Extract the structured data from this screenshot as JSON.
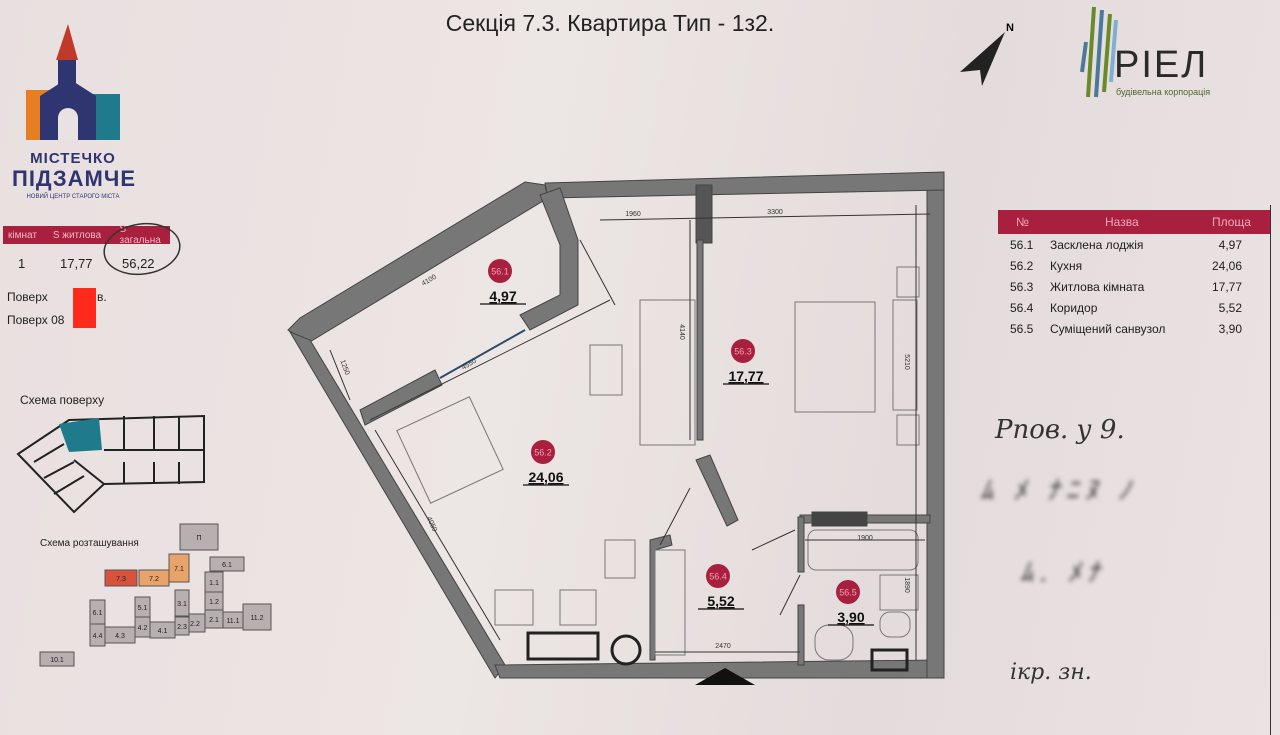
{
  "header": {
    "title": "Секція 7.3. Квартира Тип - 1з2."
  },
  "brand_left": {
    "line1": "МІСТЕЧКО",
    "line2": "ПІДЗАМЧЕ",
    "tagline": "НОВИЙ ЦЕНТР СТАРОГО МІСТА",
    "colors": {
      "red": "#c0392b",
      "blue": "#2f3570",
      "orange": "#e67e22",
      "teal": "#1f7a8c"
    }
  },
  "brand_right": {
    "name": "РІЕЛ",
    "tagline": "будівельна корпорація"
  },
  "summary": {
    "headers": [
      "кімнат",
      "S житлова",
      "S загальна"
    ],
    "values": [
      "1",
      "17,77",
      "56,22"
    ]
  },
  "floor": {
    "line1": "Поверх",
    "line1_suffix": "в.",
    "line2": "Поверх 08"
  },
  "schemes": {
    "floor_scheme": "Схема поверху",
    "location_scheme": "Схема розташування",
    "sections": [
      "7.3",
      "7.2",
      "7.1",
      "П",
      "6.1",
      "1.1",
      "1.2",
      "2.1",
      "11.1",
      "11.2",
      "2.2",
      "2.3",
      "3.1",
      "4.1",
      "4.2",
      "5.1",
      "4.3",
      "4.4",
      "6.1",
      "10.1"
    ],
    "highlight_color": "#1f7a8c"
  },
  "compass": {
    "label": "N"
  },
  "rooms_table": {
    "headers": [
      "№",
      "Назва",
      "Площа"
    ],
    "rows": [
      {
        "no": "56.1",
        "name": "Засклена лоджія",
        "area": "4,97"
      },
      {
        "no": "56.2",
        "name": "Кухня",
        "area": "24,06"
      },
      {
        "no": "56.3",
        "name": "Житлова кімната",
        "area": "17,77"
      },
      {
        "no": "56.4",
        "name": "Коридор",
        "area": "5,52"
      },
      {
        "no": "56.5",
        "name": "Суміщений санвузол",
        "area": "3,90"
      }
    ]
  },
  "plan": {
    "rooms": [
      {
        "no": "56.1",
        "area": "4,97"
      },
      {
        "no": "56.2",
        "area": "24,06"
      },
      {
        "no": "56.3",
        "area": "17,77"
      },
      {
        "no": "56.4",
        "area": "5,52"
      },
      {
        "no": "56.5",
        "area": "3,90"
      }
    ],
    "dimensions": [
      "1960",
      "3300",
      "4100",
      "4550",
      "1250",
      "4140",
      "5210",
      "4050",
      "1900",
      "1890",
      "2470"
    ],
    "badge_color": "#a8203e"
  },
  "handwriting": {
    "line1": "Рпов. у 9.",
    "line3": "ікр. зн."
  }
}
